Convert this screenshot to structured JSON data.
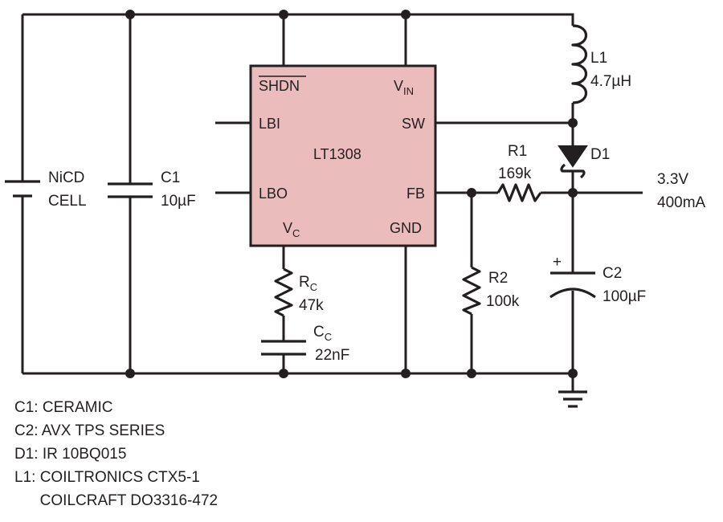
{
  "ic": {
    "name": "LT1308",
    "pins": {
      "shdn": "SHDN",
      "vin_main": "V",
      "vin_sub": "IN",
      "lbi": "LBI",
      "sw": "SW",
      "lbo": "LBO",
      "fb": "FB",
      "vc_main": "V",
      "vc_sub": "C",
      "gnd": "GND"
    }
  },
  "components": {
    "battery": {
      "line1": "NiCD",
      "line2": "CELL"
    },
    "c1": {
      "ref": "C1",
      "value": "10µF"
    },
    "l1": {
      "ref": "L1",
      "value": "4.7µH"
    },
    "d1": {
      "ref": "D1"
    },
    "r1": {
      "ref": "R1",
      "value": "169k"
    },
    "r2": {
      "ref": "R2",
      "value": "100k"
    },
    "c2": {
      "ref": "C2",
      "value": "100µF",
      "polarity": "+"
    },
    "rc": {
      "ref_main": "R",
      "ref_sub": "C",
      "value": "47k"
    },
    "cc": {
      "ref_main": "C",
      "ref_sub": "C",
      "value": "22nF"
    }
  },
  "output": {
    "voltage": "3.3V",
    "current": "400mA"
  },
  "notes": [
    "C1: CERAMIC",
    "C2: AVX TPS SERIES",
    "D1: IR 10BQ015",
    "L1: COILTRONICS CTX5-1",
    "      COILCRAFT DO3316-472"
  ]
}
